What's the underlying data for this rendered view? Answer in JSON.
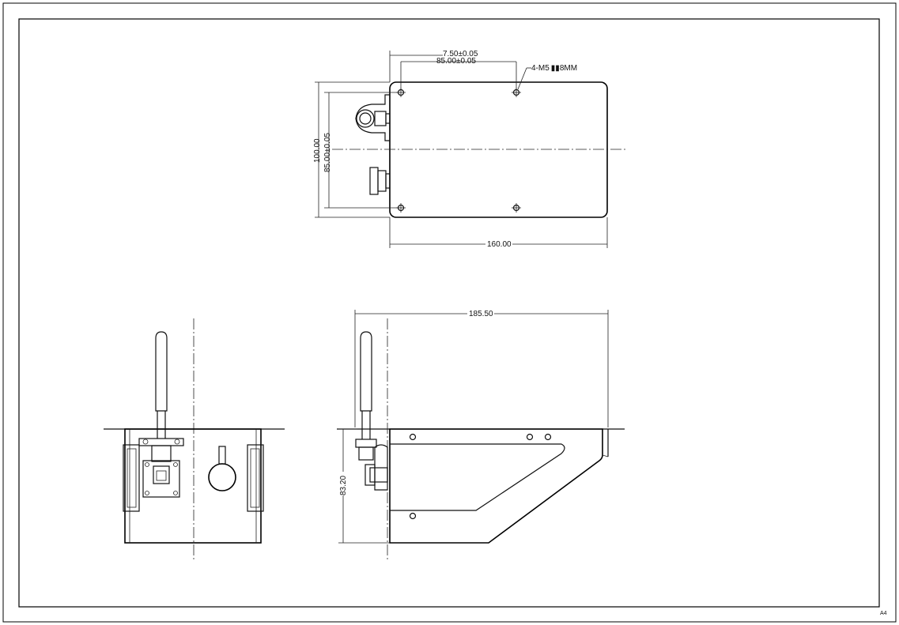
{
  "drawing": {
    "dimensions": {
      "top_offset": "7.50±0.05",
      "top_hole_spacing": "85.00±0.05",
      "hole_callout": "4-M5",
      "hole_callout_suffix": "8MM",
      "overall_height": "100.00",
      "hole_spacing_vertical": "85.00±0.05",
      "overall_width": "160.00",
      "side_total_length": "185.50",
      "side_height": "83.20"
    },
    "sheet_size": "A4"
  }
}
